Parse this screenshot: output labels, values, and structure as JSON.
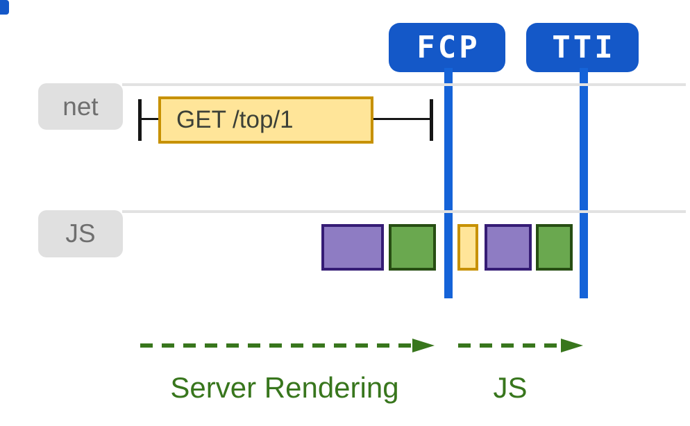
{
  "colors": {
    "badge-blue": "#1458C8",
    "line-blue": "#1563D8",
    "track-line": "#E2E2E2",
    "label-bg": "#E0E0E0",
    "label-text": "#6F6F6F",
    "yellow-fill": "#FFE599",
    "yellow-border": "#C79100",
    "purple-fill": "#8E7CC3",
    "purple-border": "#351C75",
    "green-fill": "#6AA84F",
    "green-border": "#274E13",
    "phase-green": "#38761D",
    "tick": "#161616",
    "request-text": "#3C4037"
  },
  "markers": {
    "fcp": {
      "label": "FCP"
    },
    "tti": {
      "label": "TTI"
    }
  },
  "tracks": {
    "net": {
      "label": "net",
      "request": {
        "label": "GET /top/1"
      }
    },
    "js": {
      "label": "JS",
      "blocks": [
        {
          "type": "purple"
        },
        {
          "type": "green"
        },
        {
          "type": "yellow"
        },
        {
          "type": "purple"
        },
        {
          "type": "green"
        }
      ]
    }
  },
  "phases": {
    "server_rendering": {
      "label": "Server Rendering"
    },
    "js": {
      "label": "JS"
    }
  }
}
